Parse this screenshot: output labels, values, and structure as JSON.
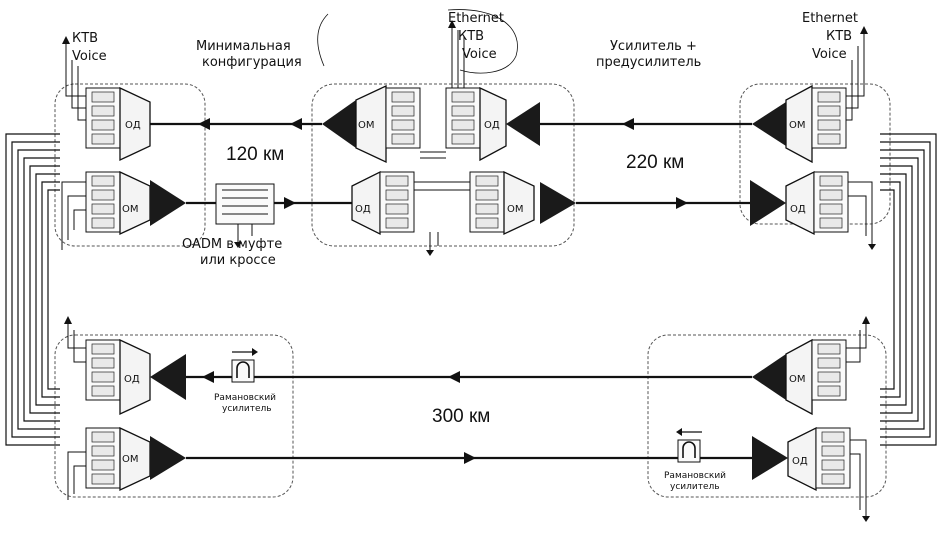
{
  "labels": {
    "ktb_voice_left": [
      "КТВ",
      "Voice"
    ],
    "ethernet_ktb_voice_center": [
      "Ethernet",
      "КТВ",
      "Voice"
    ],
    "ethernet_ktb_voice_right": [
      "Ethernet",
      "КТВ",
      "Voice"
    ],
    "min_config": [
      "Минимальная",
      "конфигурация"
    ],
    "amp_preamp": [
      "Усилитель  +",
      "предусилитель"
    ],
    "oadm": [
      "OADM  в муфте",
      "или  кроссе"
    ],
    "raman_left": [
      "Рамановский",
      "усилитель"
    ],
    "raman_right": [
      "Рамановский",
      "усилитель"
    ]
  },
  "distances": {
    "d1": "120 км",
    "d2": "220 км",
    "d3": "300 км"
  },
  "blocks": {
    "od": "ОД",
    "om": "ОМ"
  }
}
